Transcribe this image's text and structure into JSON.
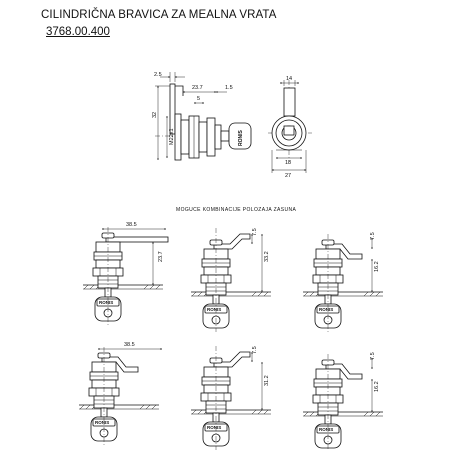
{
  "header": {
    "title": "CILINDRIČNA BRAVICA ZA MEALNA VRATA",
    "code": "3768.00.400"
  },
  "section_caption": "MOGUCE KOMBINACIJE POLOZAJA ZASUNA",
  "side_view": {
    "dim_cam_thickness": "2.5",
    "dim_body_length": "23.7",
    "dim_shoulder": "1.5",
    "dim_gap": "5",
    "dim_height": "32",
    "dim_thread": "M22x1",
    "key_text": "RONIS"
  },
  "front_view": {
    "dim_top": "14",
    "dim_flat": "18",
    "dim_width": "27"
  },
  "combinations": [
    {
      "dim_horizontal": "38.5",
      "dim_vertical": "23.7",
      "key_text": "RONIS"
    },
    {
      "dim_horizontal": "7.5",
      "dim_vertical": "33.2",
      "key_text": "RONIS"
    },
    {
      "dim_horizontal": "7.5",
      "dim_vertical": "16.2",
      "key_text": "RONIS"
    },
    {
      "dim_horizontal": "38.5",
      "dim_vertical": "",
      "key_text": "RONIS"
    },
    {
      "dim_horizontal": "7.5",
      "dim_vertical": "31.2",
      "key_text": "RONIS"
    },
    {
      "dim_horizontal": "7.5",
      "dim_vertical": "16.2",
      "key_text": "RONIS"
    }
  ]
}
